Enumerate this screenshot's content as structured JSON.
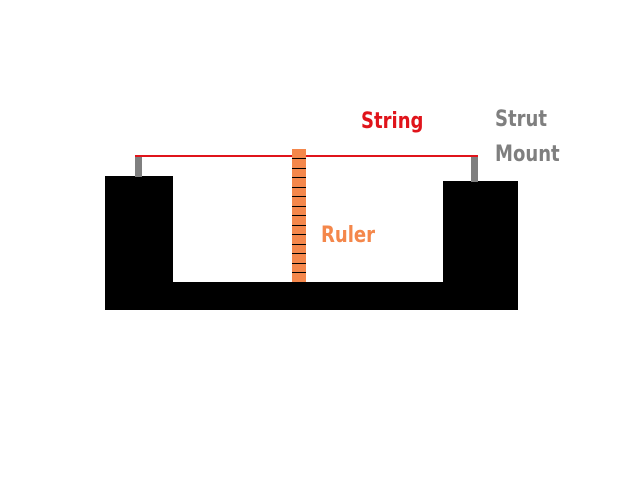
{
  "labels": {
    "string": "String",
    "ruler": "Ruler",
    "strut_line1": "Strut",
    "strut_line2": "Mount"
  },
  "colors": {
    "string": "#e0141b",
    "ruler": "#f4874b",
    "strut": "#7f7f7f",
    "base": "#000000",
    "background": "#ffffff"
  }
}
